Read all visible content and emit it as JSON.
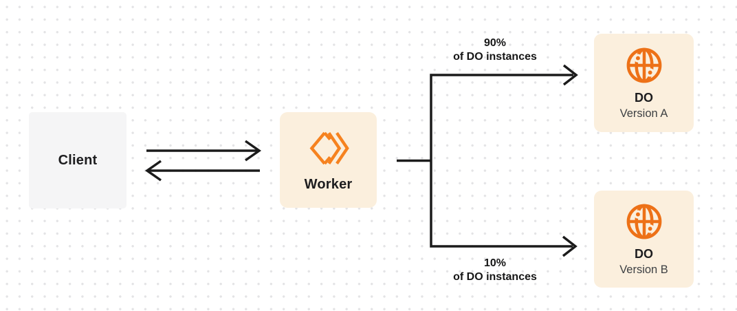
{
  "nodes": {
    "client": {
      "label": "Client"
    },
    "worker": {
      "label": "Worker",
      "icon": "cloudflare-workers-icon"
    },
    "do_version_a": {
      "title": "DO",
      "subtitle": "Version A",
      "icon": "durable-object-globe-icon"
    },
    "do_version_b": {
      "title": "DO",
      "subtitle": "Version B",
      "icon": "durable-object-globe-icon"
    }
  },
  "edges": {
    "client_worker": {
      "style": "two opposing horizontal arrows"
    },
    "top_branch": {
      "percent": "90%",
      "caption": "of DO instances"
    },
    "bottom_branch": {
      "percent": "10%",
      "caption": "of DO instances"
    }
  },
  "colors": {
    "orange_worker": "#F6821F",
    "orange_globe": "#ED7117",
    "card_cream": "#FBEFDD",
    "card_gray": "#F5F5F6",
    "line": "#1B1B1B",
    "text_primary": "#1D1D1F",
    "text_secondary": "#3D4043",
    "dot": "#E3E3E5",
    "background": "#FFFFFF"
  }
}
